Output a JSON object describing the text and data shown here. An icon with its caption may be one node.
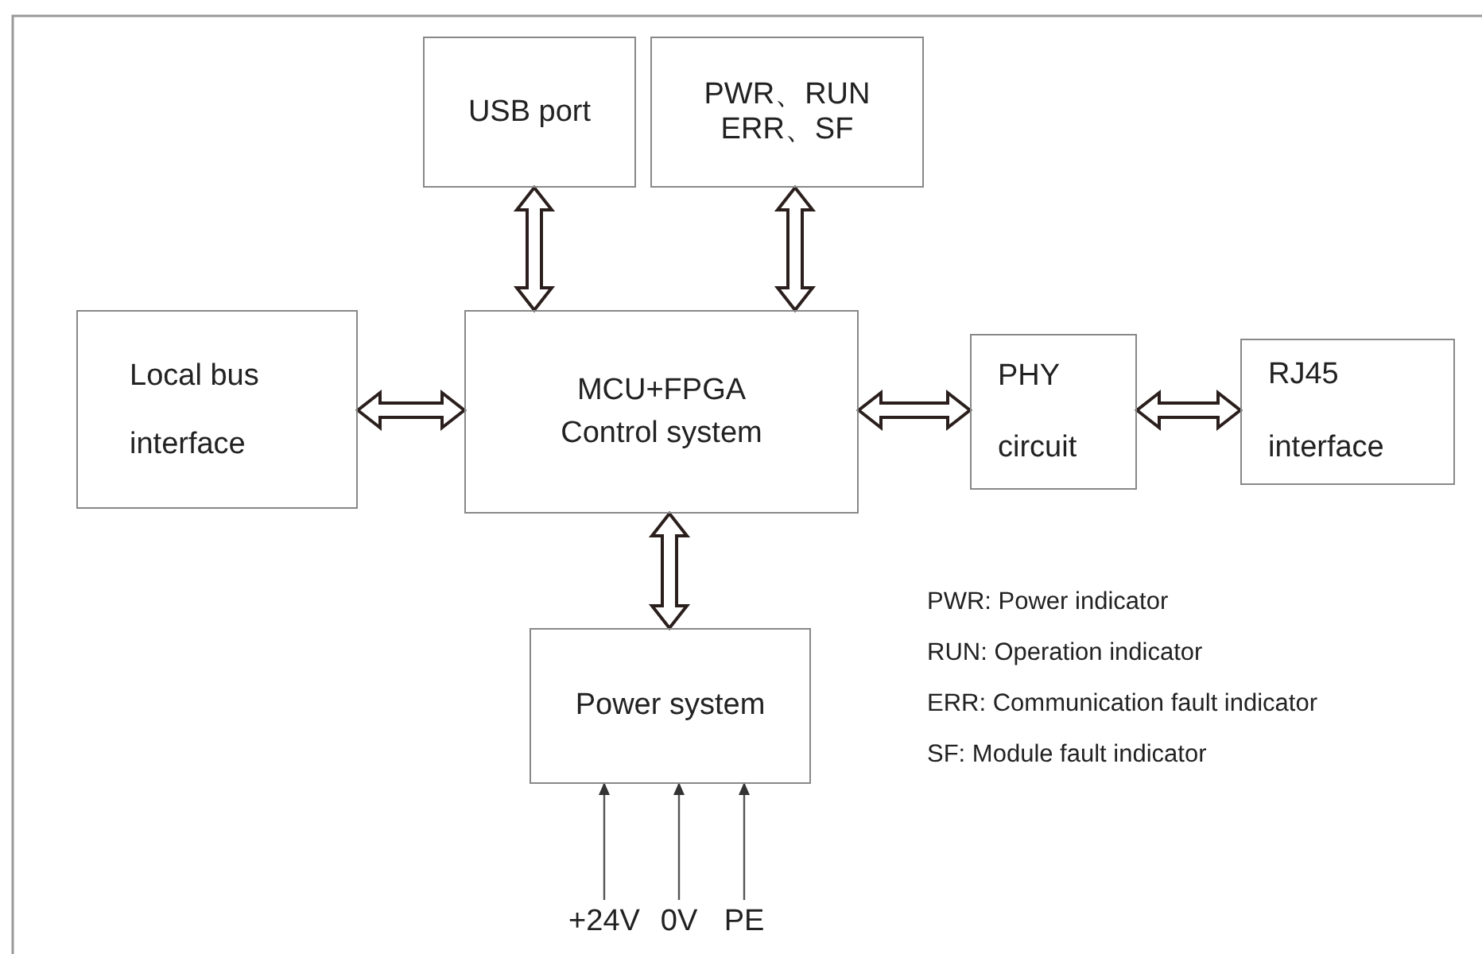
{
  "diagram": {
    "nodes": [
      {
        "text": [
          "USB port"
        ]
      },
      {
        "text": [
          "PWR、RUN ERR、SF"
        ]
      },
      {
        "text": [
          "Local bus interface"
        ]
      },
      {
        "text": [
          "MCU+FPGA Control system"
        ]
      },
      {
        "text": [
          "PHY circuit"
        ]
      },
      {
        "text": [
          "RJ45 interface"
        ]
      },
      {
        "text": [
          "Power system"
        ]
      },
      {
        "text": [
          "+24V"
        ]
      },
      {
        "text": [
          "0V"
        ]
      },
      {
        "text": [
          "PE"
        ]
      }
    ],
    "edges": [
      {
        "from": 0,
        "to": 3,
        "arrow": "both",
        "style": "thick"
      },
      {
        "from": 1,
        "to": 3,
        "arrow": "both",
        "style": "thick"
      },
      {
        "from": 2,
        "to": 3,
        "arrow": "both",
        "style": "thick"
      },
      {
        "from": 3,
        "to": 4,
        "arrow": "both",
        "style": "thick"
      },
      {
        "from": 4,
        "to": 5,
        "arrow": "both",
        "style": "thick"
      },
      {
        "from": 3,
        "to": 6,
        "arrow": "both",
        "style": "thick"
      },
      {
        "from": 7,
        "to": 6,
        "arrow": "to"
      },
      {
        "from": 8,
        "to": 6,
        "arrow": "to"
      },
      {
        "from": 9,
        "to": 6,
        "arrow": "to"
      }
    ],
    "labels": [
      "PWR: Power indicator",
      "RUN: Operation indicator",
      "ERR: Communication fault indicator",
      "SF: Module fault indicator"
    ]
  }
}
